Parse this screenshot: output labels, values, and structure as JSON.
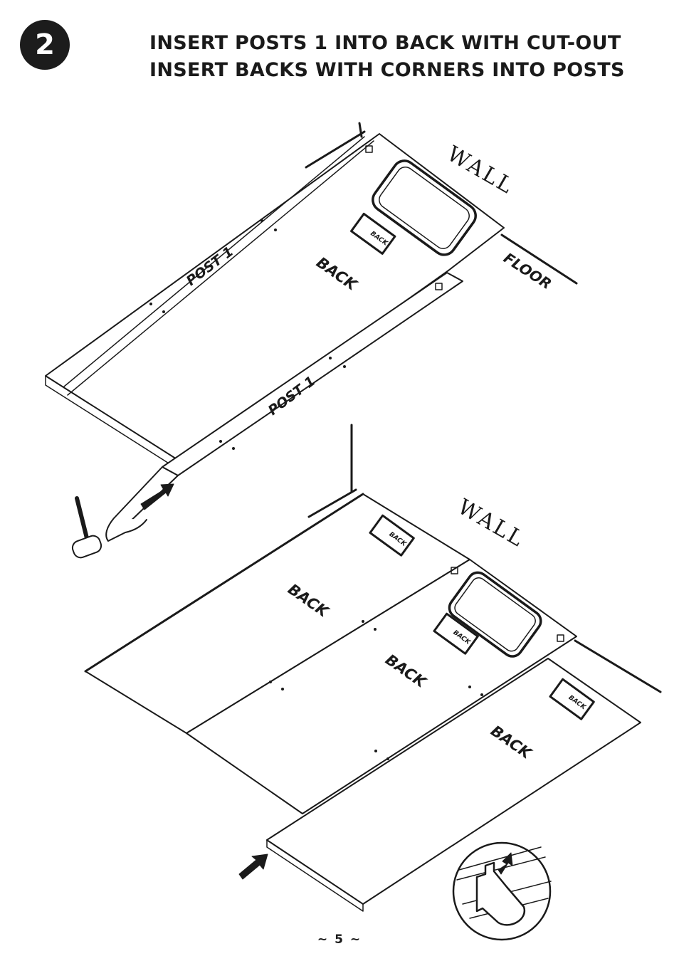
{
  "step": {
    "number": "2"
  },
  "title": {
    "line1": "INSERT POSTS 1 INTO BACK WITH  CUT-OUT",
    "line2": "INSERT BACKS WITH CORNERS INTO POSTS"
  },
  "diagram_top": {
    "wall": "WALL",
    "floor": "FLOOR",
    "back": "BACK",
    "post_upper": "POST 1",
    "post_lower": "POST 1",
    "sticker": "BACK"
  },
  "diagram_bottom": {
    "wall": "WALL",
    "back_left": "BACK",
    "back_middle": "BACK",
    "back_right": "BACK",
    "sticker_left": "BACK",
    "sticker_middle": "BACK",
    "sticker_right": "BACK"
  },
  "page_number": "~ 5 ~"
}
